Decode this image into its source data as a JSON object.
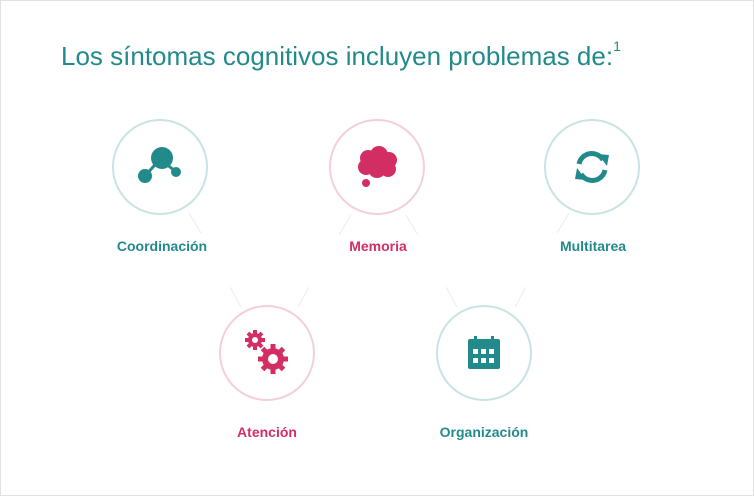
{
  "title": "Los síntomas cognitivos incluyen problemas de:",
  "title_superscript": "1",
  "colors": {
    "teal": "#238a8b",
    "pink": "#d32e63"
  },
  "items": [
    {
      "label": "Coordinación",
      "icon": "molecule-icon",
      "color": "teal"
    },
    {
      "label": "Memoria",
      "icon": "thought-cloud-icon",
      "color": "pink"
    },
    {
      "label": "Multitarea",
      "icon": "sync-arrows-icon",
      "color": "teal"
    },
    {
      "label": "Atención",
      "icon": "gears-icon",
      "color": "pink"
    },
    {
      "label": "Organización",
      "icon": "calendar-icon",
      "color": "teal"
    }
  ]
}
